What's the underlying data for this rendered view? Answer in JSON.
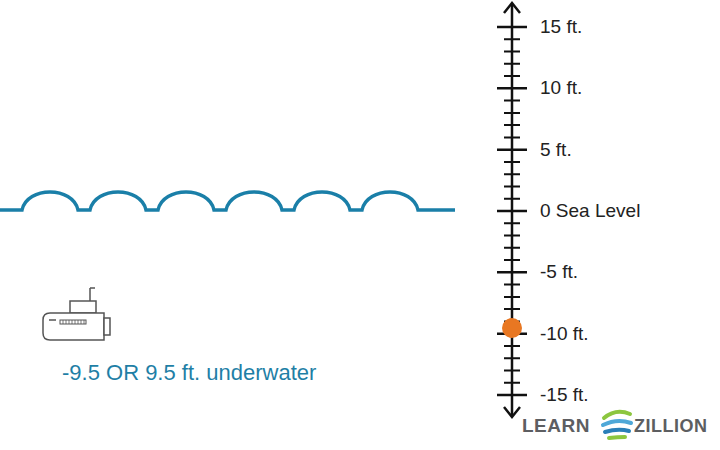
{
  "diagram": {
    "labels": [
      "15 ft.",
      "10 ft.",
      "5 ft.",
      "0 Sea Level",
      "-5 ft.",
      "-10 ft.",
      "-15 ft.",
      "-9.5 OR 9.5 ft. underwater",
      "LEARN",
      "ZILLION"
    ]
  }
}
